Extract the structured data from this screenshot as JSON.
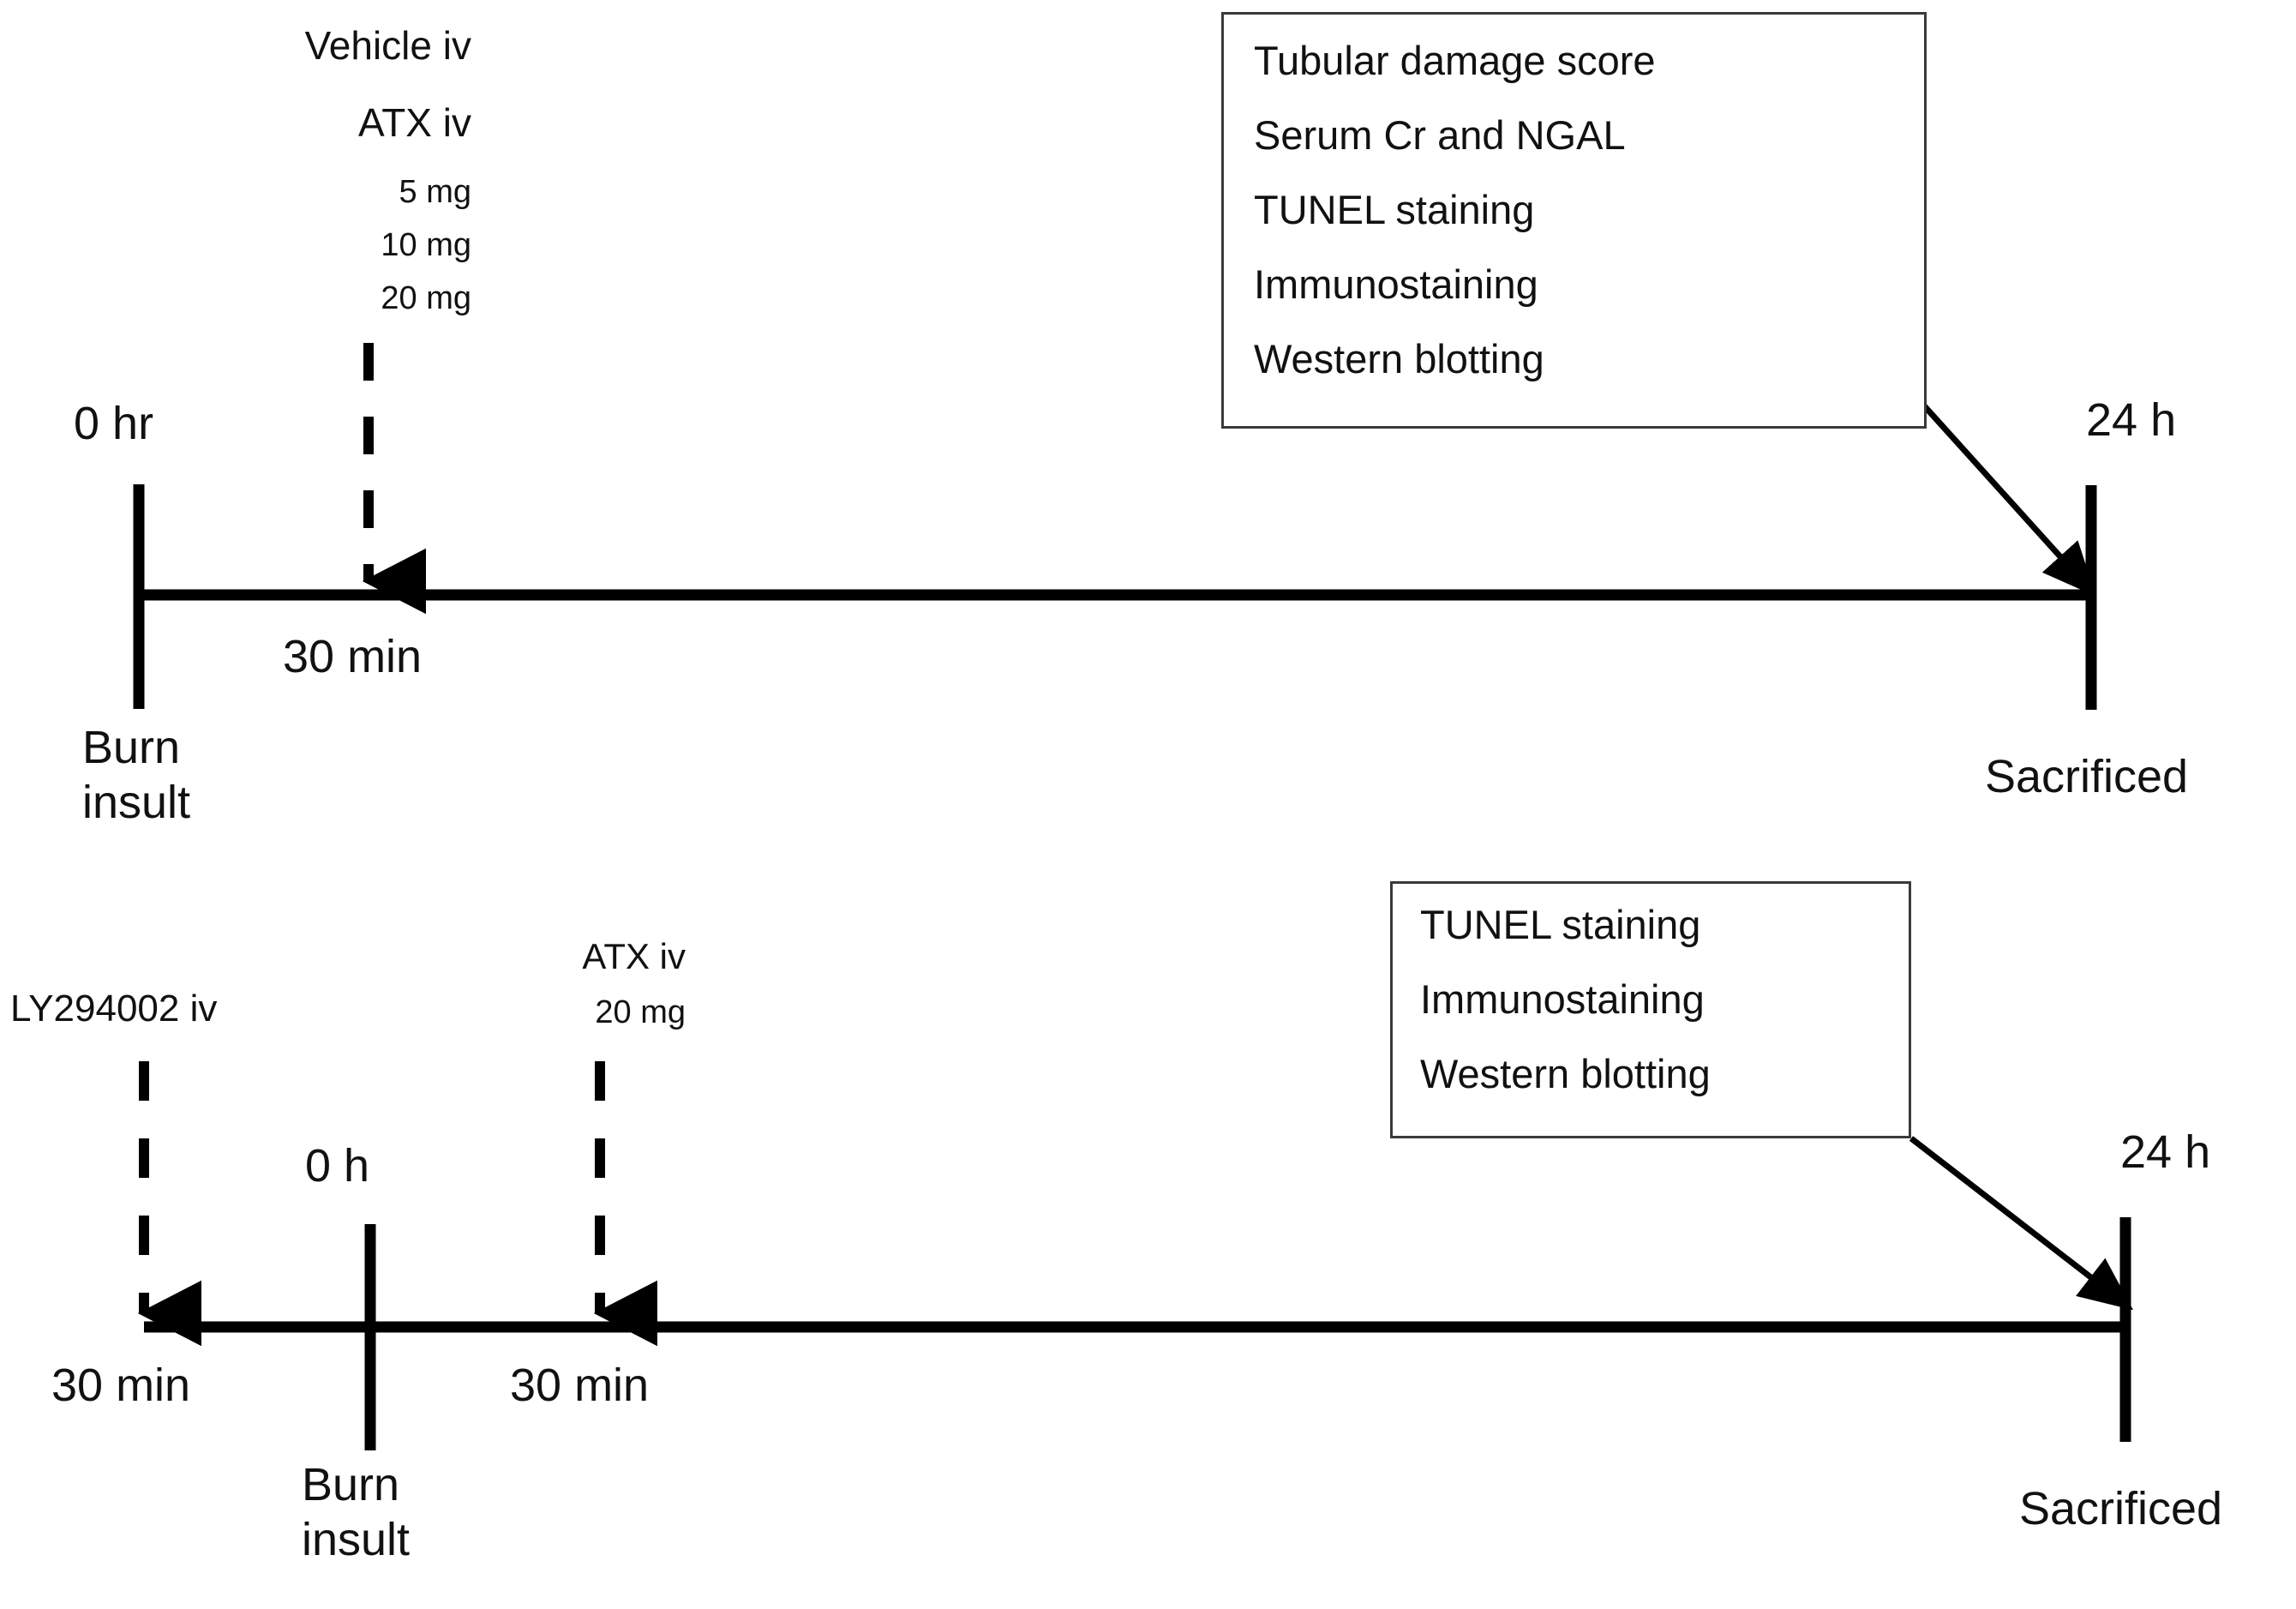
{
  "figure": {
    "type": "experimental-timeline-diagram",
    "background_color": "#ffffff",
    "line_color": "#000000",
    "box_border_color": "#3a3a3a"
  },
  "timeline_1": {
    "start_label": "0 hr",
    "start_event": {
      "line1": "Burn",
      "line2": "insult"
    },
    "treatment": {
      "line1": "Vehicle iv",
      "line2": "ATX iv",
      "doses": [
        "5 mg",
        "10 mg",
        "20 mg"
      ]
    },
    "interval_label": "30 min",
    "end_label": "24 h",
    "end_event": "Sacrificed",
    "assessments": [
      "Tubular damage score",
      "Serum Cr and NGAL",
      "TUNEL staining",
      "Immunostaining",
      "Western blotting"
    ]
  },
  "timeline_2": {
    "pretreatment_label": "LY294002 iv",
    "interval_label_left": "30 min",
    "start_label": "0 h",
    "start_event": {
      "line1": "Burn",
      "line2": "insult"
    },
    "treatment": {
      "line1": "ATX iv",
      "dose": "20 mg"
    },
    "interval_label_right": "30 min",
    "end_label": "24 h",
    "end_event": "Sacrificed",
    "assessments": [
      "TUNEL staining",
      "Immunostaining",
      "Western blotting"
    ]
  }
}
